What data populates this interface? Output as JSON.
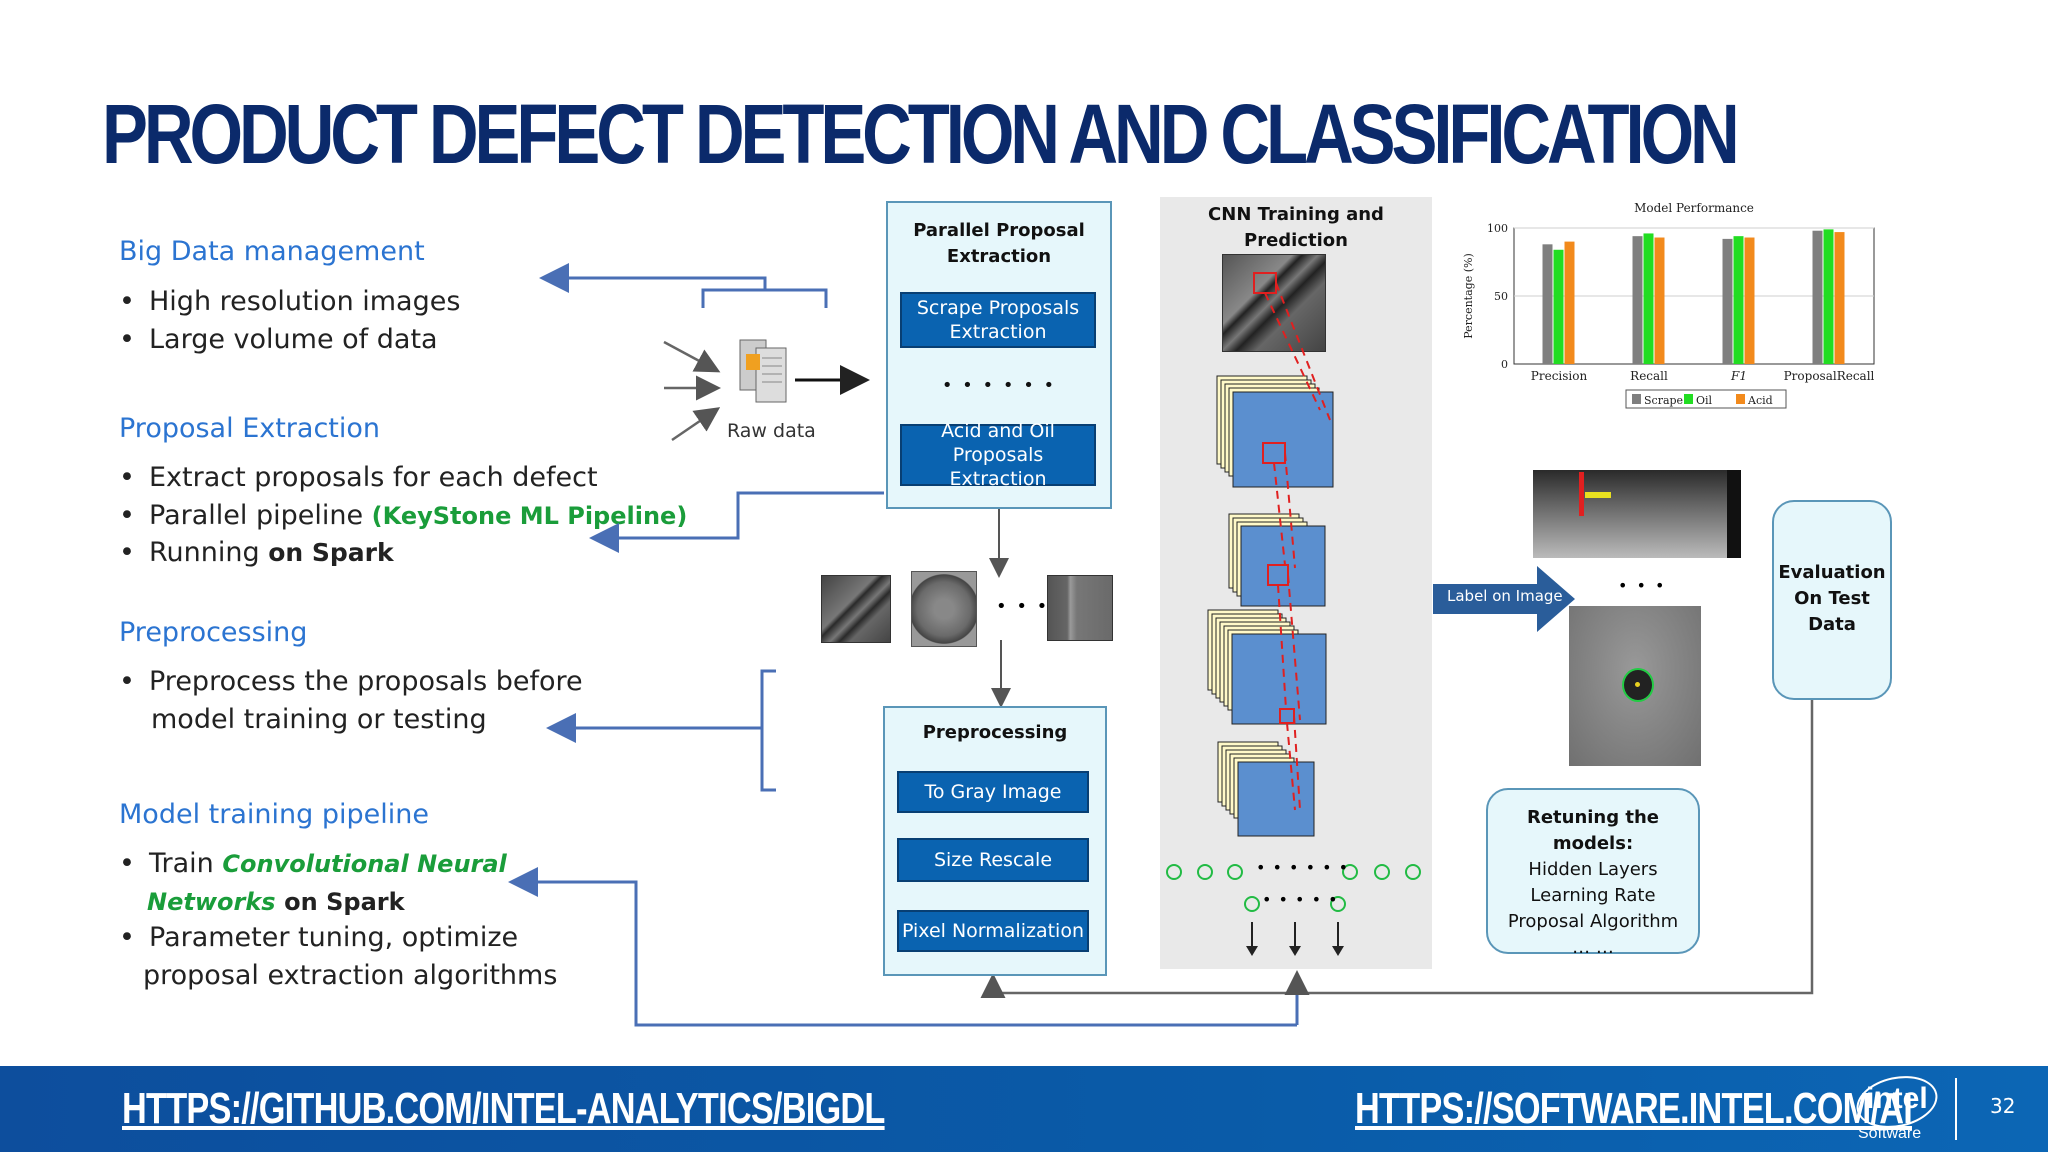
{
  "title": "PRODUCT DEFECT DETECTION AND CLASSIFICATION",
  "left": {
    "big_data": {
      "heading": "Big Data management",
      "items": [
        "High resolution images",
        "Large volume of data"
      ]
    },
    "proposal": {
      "heading": "Proposal Extraction",
      "item1": "Extract proposals for each defect",
      "item2_a": "Parallel pipeline",
      "item2_b": "(KeyStone ML Pipeline)",
      "item3_a": "Running",
      "item3_b": "on Spark"
    },
    "preproc": {
      "heading": "Preprocessing",
      "line1": "Preprocess the proposals before",
      "line2": "model training or testing"
    },
    "model": {
      "heading": "Model training pipeline",
      "l1_a": "Train",
      "l1_b": "Convolutional Neural",
      "l2_a": "Networks",
      "l2_b": "on Spark",
      "l3": "Parameter tuning, optimize",
      "l4": "proposal extraction algorithms"
    }
  },
  "raw_data_label": "Raw data",
  "parallel_box": {
    "title_1": "Parallel Proposal",
    "title_2": "Extraction",
    "btn1_1": "Scrape Proposals",
    "btn1_2": "Extraction",
    "dots": "• • • • • •",
    "btn2_1": "Acid and Oil",
    "btn2_2": "Proposals Extraction"
  },
  "thumb_dots": "• • •",
  "preproc_box": {
    "title": "Preprocessing",
    "btn1": "To Gray Image",
    "btn2": "Size Rescale",
    "btn3": "Pixel Normalization"
  },
  "cnn": {
    "title_1": "CNN Training and",
    "title_2": "Prediction",
    "nodes_dots": "• • • • • •",
    "nodes_dots2": "• • • • •"
  },
  "label_on_image": "Label on Image",
  "ellipsis": "• • •",
  "eval_box": {
    "l1": "Evaluation",
    "l2": "On Test",
    "l3": "Data"
  },
  "retune": {
    "title": "Retuning the models:",
    "l1": "Hidden Layers",
    "l2": "Learning Rate",
    "l3": "Proposal Algorithm",
    "l4": "… …"
  },
  "chart_data": {
    "type": "bar",
    "title": "Model Performance",
    "ylabel": "Percentage (%)",
    "ylim": [
      0,
      100
    ],
    "yticks": [
      "0",
      "50",
      "100"
    ],
    "categories": [
      "Precision",
      "Recall",
      "F1",
      "ProposalRecall"
    ],
    "series": [
      {
        "name": "Scrape",
        "color": "#7f7f7f",
        "values": [
          88,
          94,
          92,
          98
        ]
      },
      {
        "name": "Oil",
        "color": "#22dd22",
        "values": [
          84,
          96,
          94,
          99
        ]
      },
      {
        "name": "Acid",
        "color": "#f28a1c",
        "values": [
          90,
          93,
          93,
          97
        ]
      }
    ],
    "legend": "bottom"
  },
  "footer": {
    "link1": "HTTPS://GITHUB.COM/INTEL-ANALYTICS/BIGDL",
    "link2": "HTTPS://SOFTWARE.INTEL.COM/AI",
    "logo": "intel",
    "logo_sub": "Software",
    "page": "32"
  }
}
